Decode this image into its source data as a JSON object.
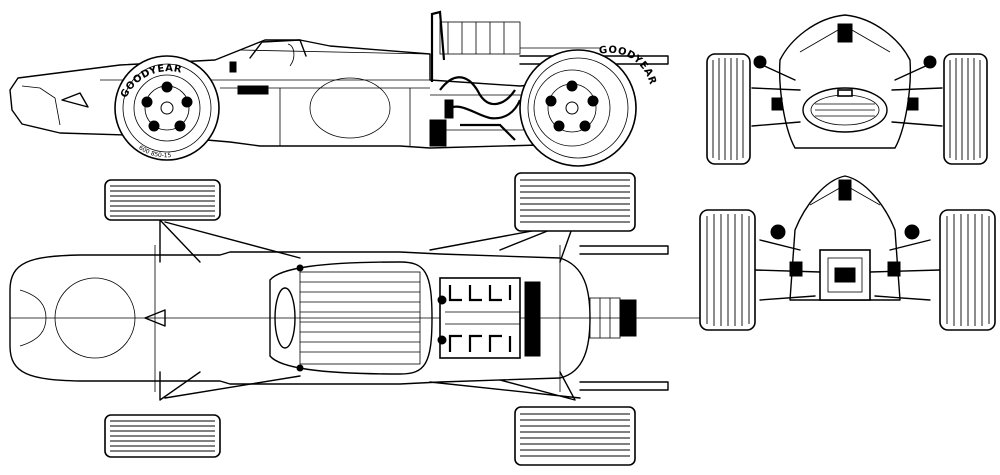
{
  "tyre_brand": "GOODYEAR",
  "tyre_size": "600 850-15",
  "colors": {
    "ink": "#000000",
    "paper": "#ffffff"
  },
  "views": [
    "side-view",
    "top-view",
    "front-view",
    "rear-view"
  ]
}
